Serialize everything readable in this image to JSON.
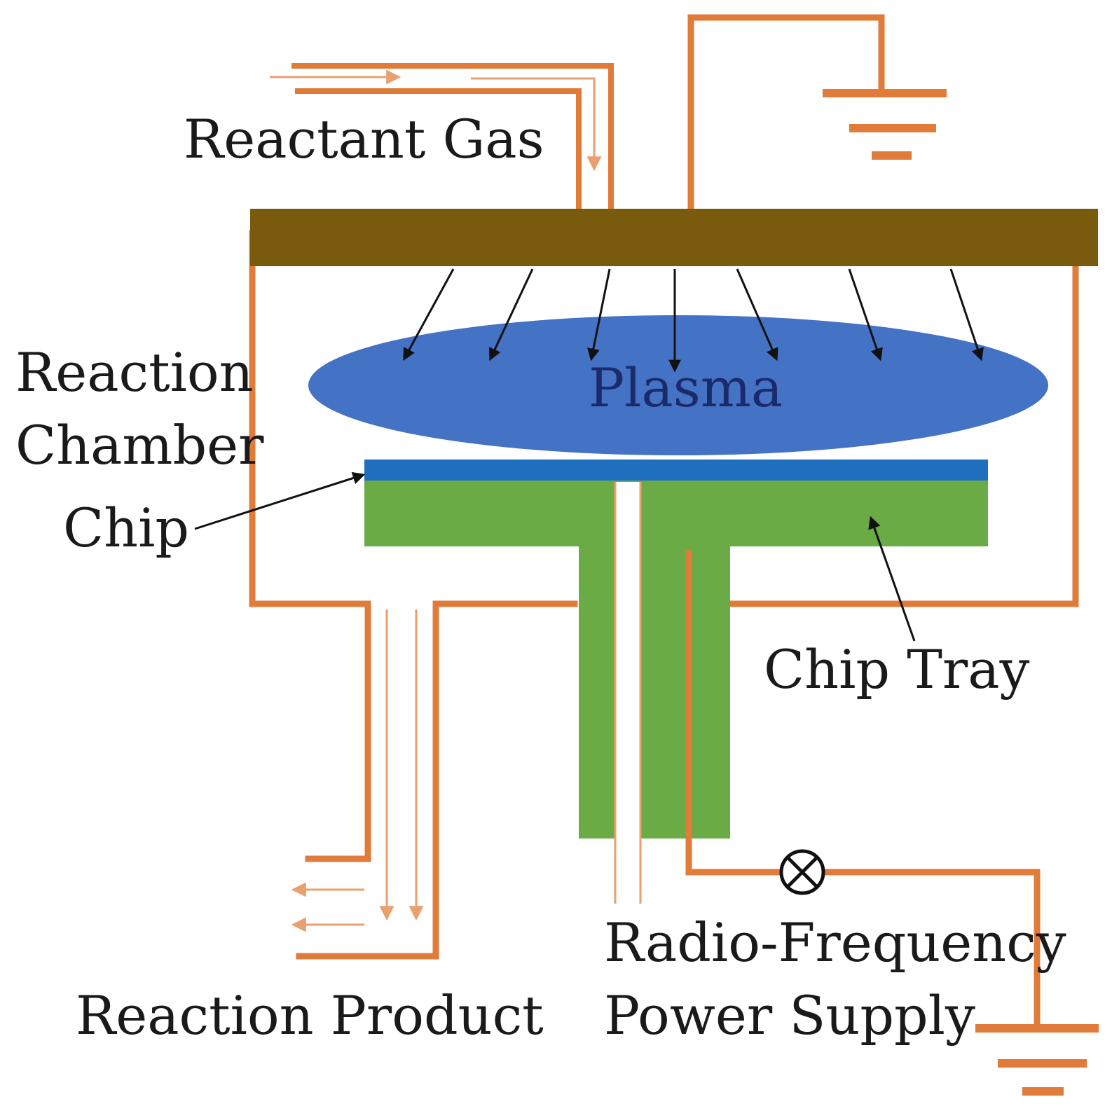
{
  "labels": {
    "reactant_gas": "Reactant Gas",
    "reaction_chamber_line1": "Reaction",
    "reaction_chamber_line2": "Chamber",
    "plasma": "Plasma",
    "chip": "Chip",
    "chip_tray": "Chip Tray",
    "reaction_product": "Reaction Product",
    "rf_line1": "Radio-Frequency",
    "rf_line2": "Power Supply"
  },
  "colors": {
    "pipe": "#E07B39",
    "pipe_light": "#E9A06E",
    "electrode": "#7A5A0C",
    "plasma": "#4472C4",
    "chip": "#1F6FBF",
    "tray": "#6AAB45",
    "arrow": "#111111"
  },
  "icons": {
    "ground_top": "ground-icon",
    "ground_bottom": "ground-icon",
    "rf_source": "ac-source-icon"
  }
}
